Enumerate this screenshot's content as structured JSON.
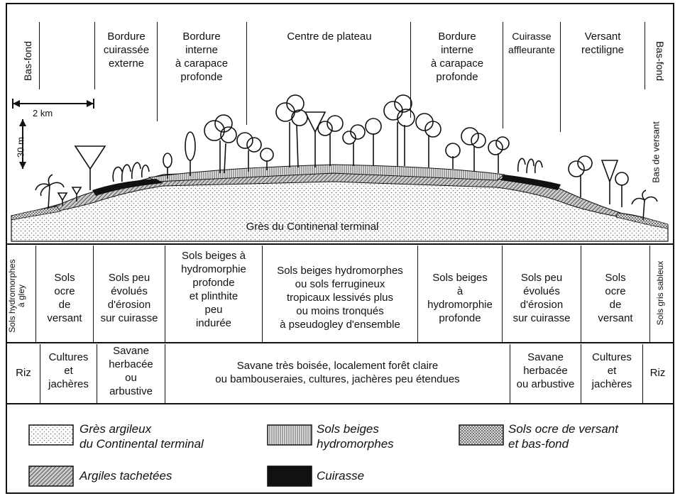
{
  "zones": [
    {
      "label": "Bas-fond",
      "orientation": "up"
    },
    {
      "label": "Bordure\ncuirassée\nexterne"
    },
    {
      "label": "Bordure\ninterne\nà carapace\nprofonde"
    },
    {
      "label": "Centre de plateau"
    },
    {
      "label": "Bordure\ninterne\nà carapace\nprofonde"
    },
    {
      "label": "Cuirasse\naffleurante"
    },
    {
      "label": "Versant\nrectiligne"
    },
    {
      "label": "Bas-fond",
      "orientation": "down"
    }
  ],
  "scale": {
    "horizontal": "2 km",
    "vertical": "30 m"
  },
  "side_label": "Bas de versant",
  "geology_label": "Grès du Continenal terminal",
  "soils": [
    {
      "label": "Sols hydromorphes\nà gley",
      "orientation": "up"
    },
    {
      "label": "Sols\nocre\nde\nversant"
    },
    {
      "label": "Sols peu\névolués\nd'érosion\nsur cuirasse"
    },
    {
      "label": "Sols beiges à\nhydromorphie\nprofonde\net plinthite\npeu\nindurée"
    },
    {
      "label": "Sols beiges hydromorphes\nou sols ferrugineux\ntropicaux lessivés plus\nou moins tronqués\nà pseudogley d'ensemble"
    },
    {
      "label": "Sols beiges\nà\nhydromorphie\nprofonde"
    },
    {
      "label": "Sols peu\névolués\nd'érosion\nsur cuirasse"
    },
    {
      "label": "Sols\nocre\nde\nversant"
    },
    {
      "label": "Sols gris sableux",
      "orientation": "up"
    }
  ],
  "vegetation": [
    {
      "label": "Riz"
    },
    {
      "label": "Cultures\net\njachères"
    },
    {
      "label": "Savane\nherbacée\nou\narbustive"
    },
    {
      "label": "Savane très boisée, localement forêt claire\nou bambouseraies, cultures, jachères peu étendues"
    },
    {
      "label": "Savane\nherbacée\nou arbustive"
    },
    {
      "label": "Cultures\net\njachères"
    },
    {
      "label": "Riz"
    }
  ],
  "legend": [
    {
      "label": "Grès argileux\ndu Continental terminal",
      "pattern": "light-dots"
    },
    {
      "label": "Sols beiges\nhydromorphes",
      "pattern": "vertical-hatch"
    },
    {
      "label": "Sols ocre de versant\net bas-fond",
      "pattern": "dense-dots"
    },
    {
      "label": "Argiles tachetées",
      "pattern": "diagonal-hatch"
    },
    {
      "label": "Cuirasse",
      "pattern": "solid-black"
    }
  ]
}
